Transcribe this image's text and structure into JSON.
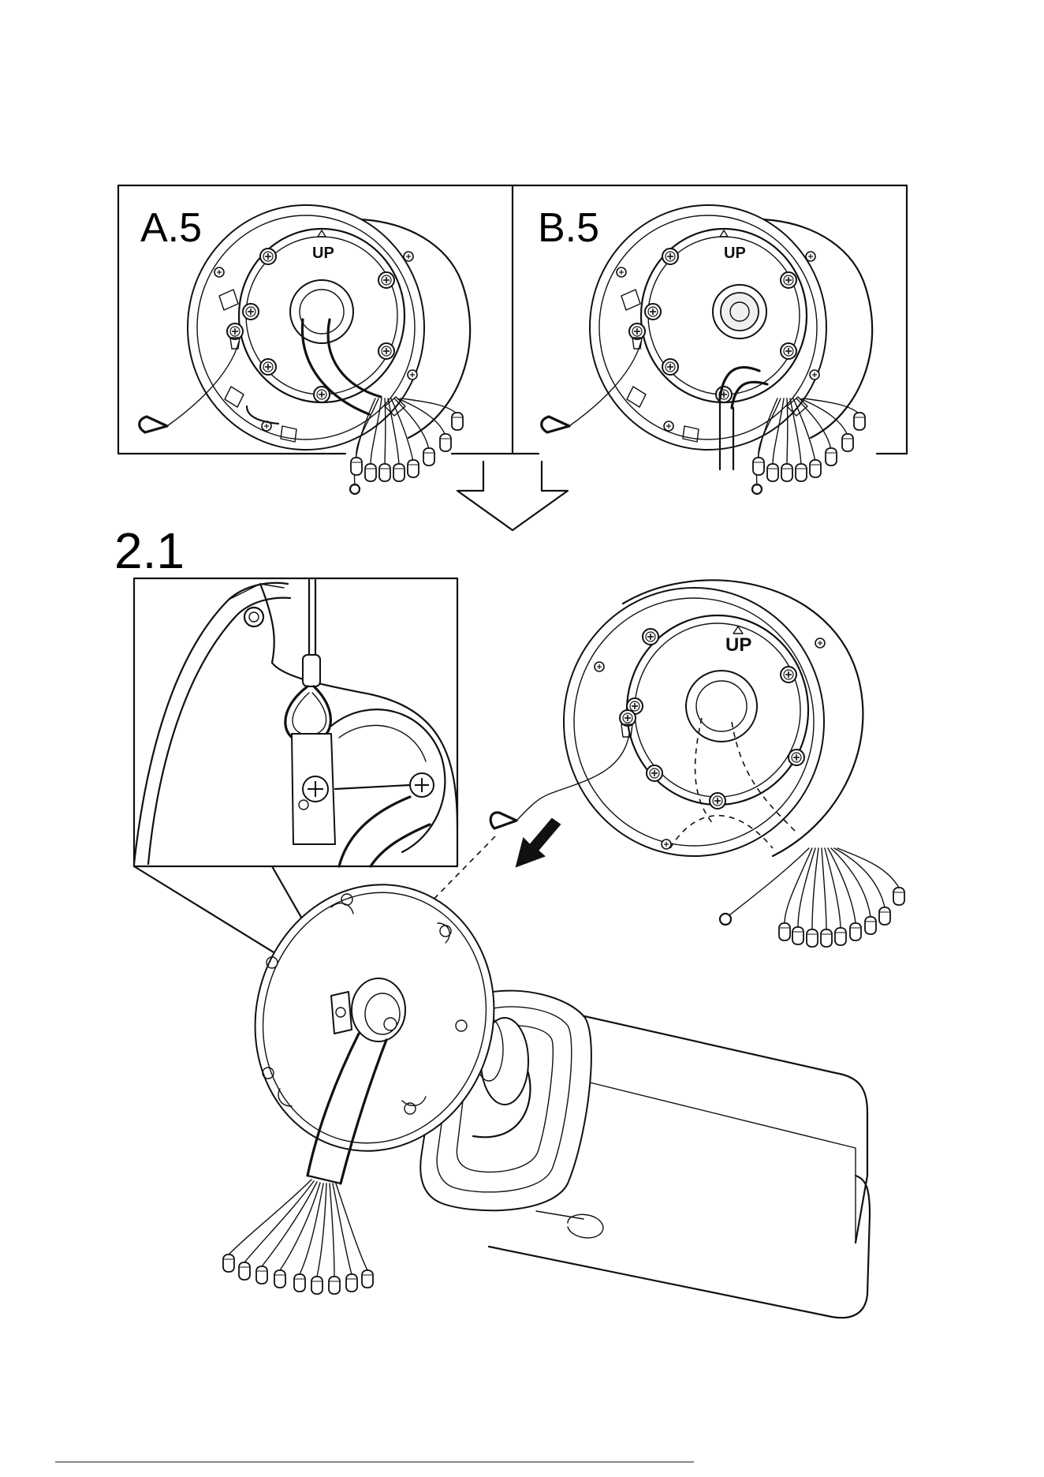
{
  "steps": {
    "a": "A.5",
    "b": "B.5",
    "main": "2.1"
  },
  "markings": {
    "up_a": "UP",
    "up_b": "UP",
    "up_main": "UP"
  }
}
